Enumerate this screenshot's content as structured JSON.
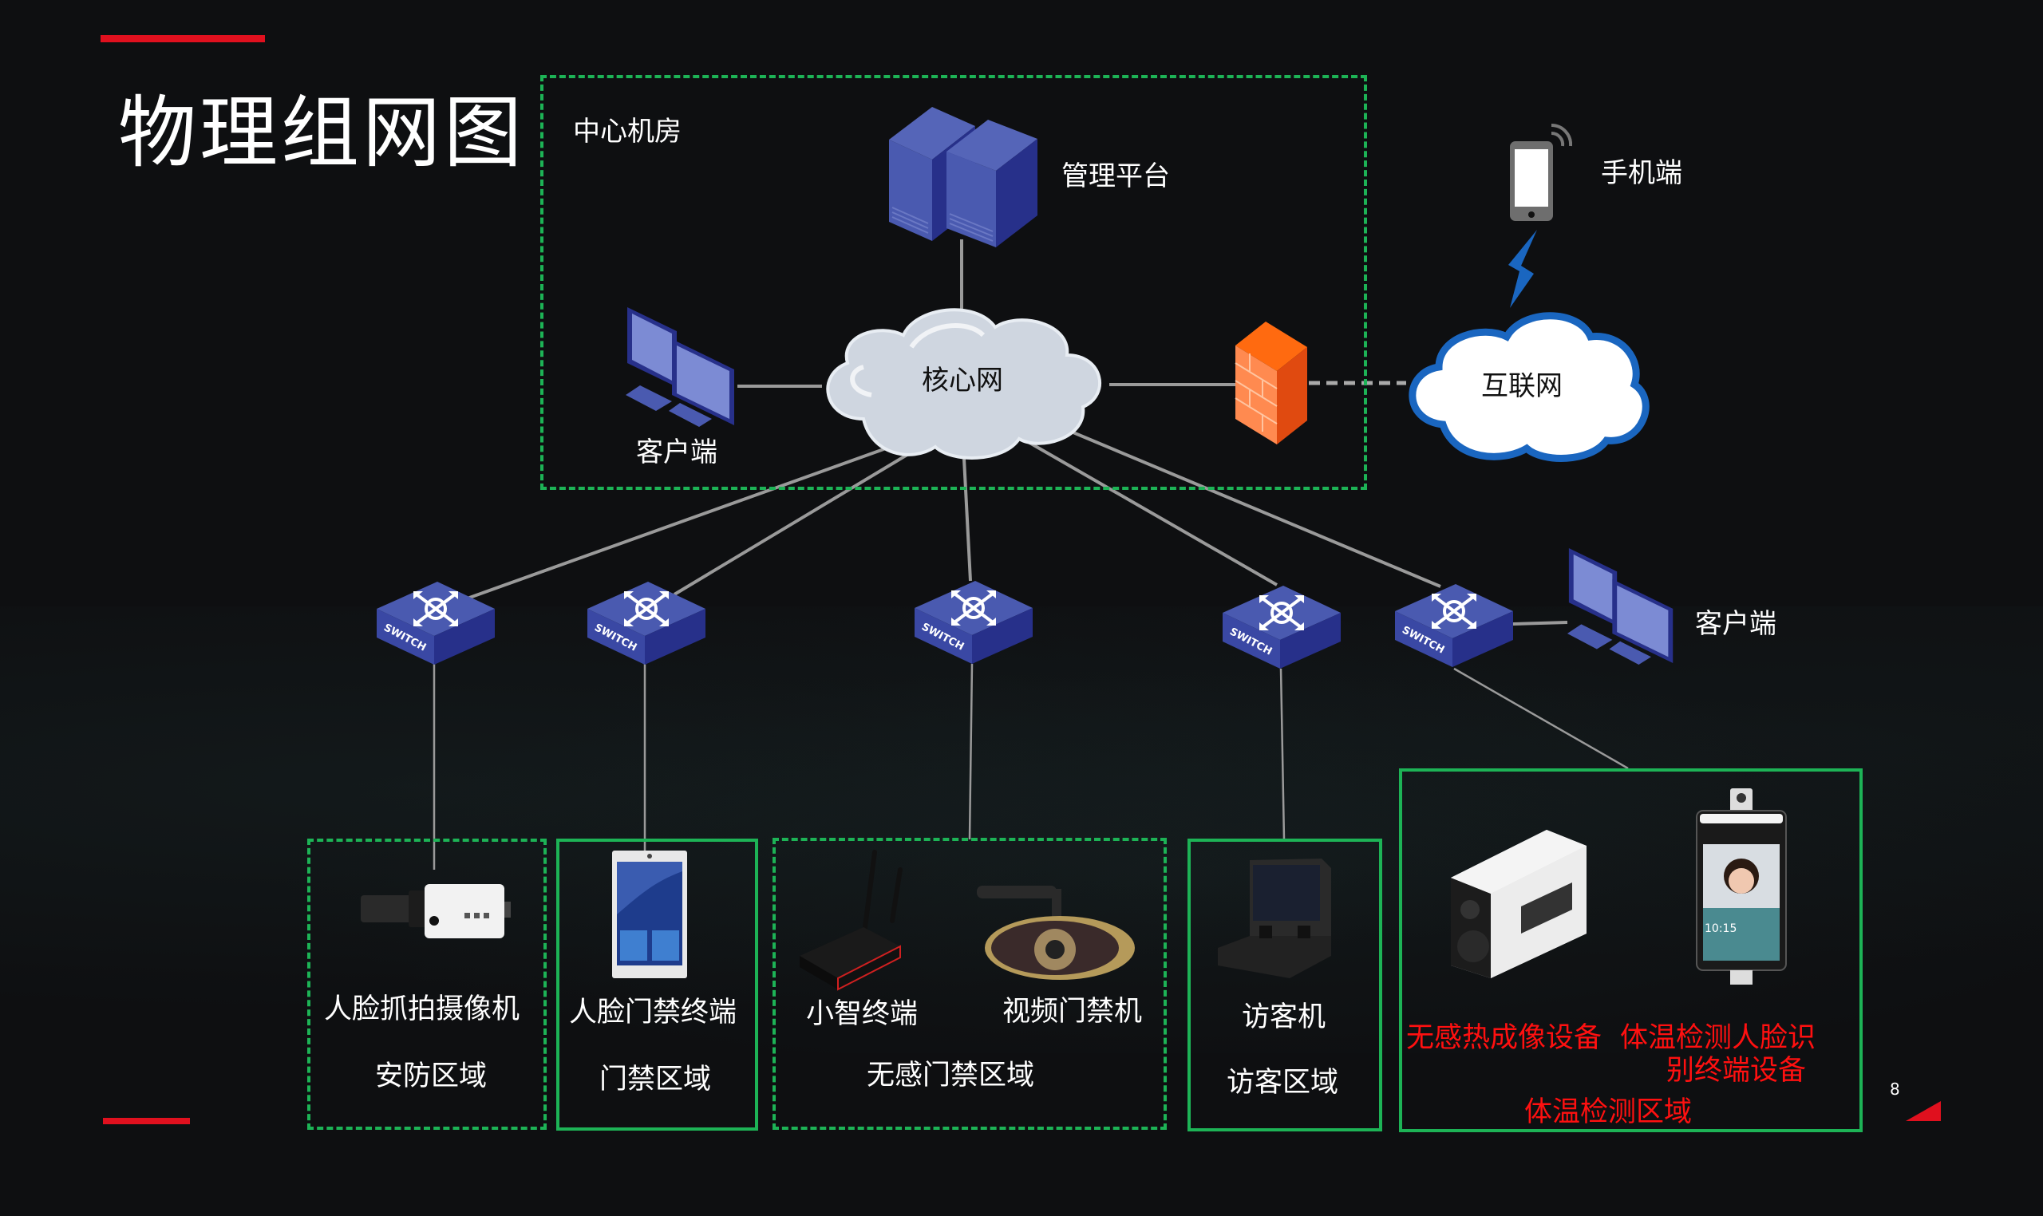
{
  "page": {
    "title": "物理组网图",
    "page_number": "8",
    "accent_color": "#e0101e",
    "zone_border_color": "#1db356"
  },
  "core": {
    "room_label": "中心机房",
    "management_platform": "管理平台",
    "core_network": "核心网",
    "client": "客户端"
  },
  "external": {
    "mobile": "手机端",
    "internet": "互联网"
  },
  "switches": [
    {
      "label": "SWITCH"
    },
    {
      "label": "SWITCH"
    },
    {
      "label": "SWITCH"
    },
    {
      "label": "SWITCH"
    },
    {
      "label": "SWITCH"
    }
  ],
  "right_client": "客户端",
  "zones": [
    {
      "name": "安防区域",
      "border": "dashed",
      "devices": [
        "人脸抓拍摄像机"
      ]
    },
    {
      "name": "门禁区域",
      "border": "solid",
      "devices": [
        "人脸门禁终端"
      ]
    },
    {
      "name": "无感门禁区域",
      "border": "dashed",
      "devices": [
        "小智终端",
        "视频门禁机"
      ]
    },
    {
      "name": "访客区域",
      "border": "solid",
      "devices": [
        "访客机"
      ]
    },
    {
      "name": "体温检测区域",
      "border": "solid",
      "devices": [
        "无感热成像设备",
        "体温检测人脸识",
        "别终端设备"
      ],
      "label_color": "#ff1010"
    }
  ],
  "terminal_screen_time": "10:15"
}
